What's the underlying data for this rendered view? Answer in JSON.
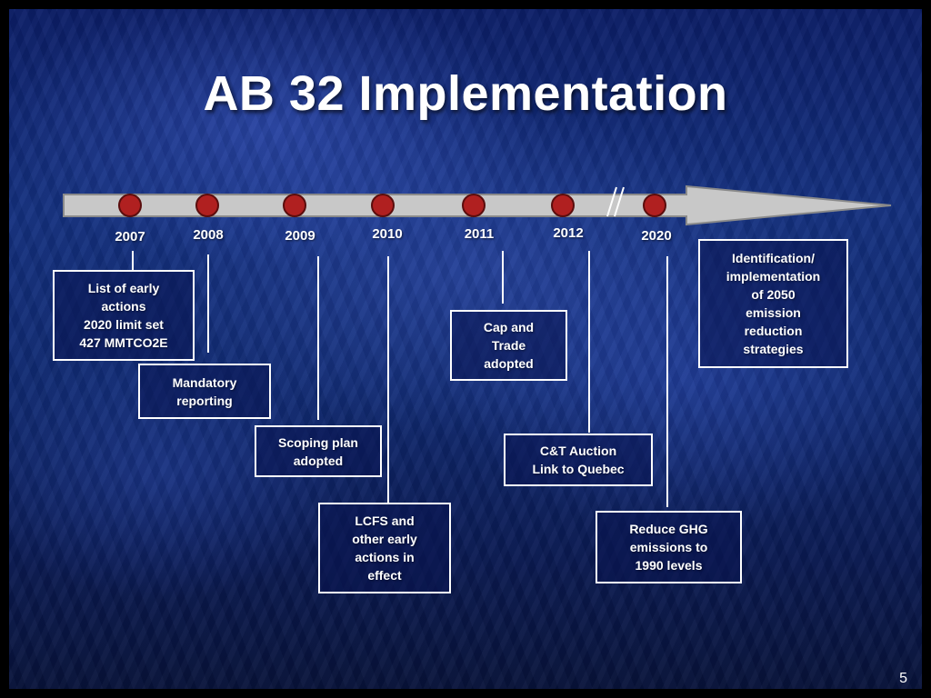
{
  "title": "AB 32 Implementation",
  "page_number": "5",
  "colors": {
    "arrow_fill": "#c8c8c8",
    "marker_fill": "#b02020",
    "box_border": "#ffffff",
    "text": "#ffffff"
  },
  "years": [
    "2007",
    "2008",
    "2009",
    "2010",
    "2011",
    "2012",
    "2020"
  ],
  "boxes": [
    {
      "year": "2007",
      "lines": [
        "List of early",
        "actions",
        "2020 limit set",
        "427 MMTCO2E"
      ]
    },
    {
      "year": "2008",
      "lines": [
        "Mandatory",
        "reporting"
      ]
    },
    {
      "year": "2009",
      "lines": [
        "Scoping plan",
        "adopted"
      ]
    },
    {
      "year": "2010",
      "lines": [
        "LCFS and",
        "other early",
        "actions in",
        "effect"
      ]
    },
    {
      "year": "2011",
      "lines": [
        "Cap and",
        "Trade",
        "adopted"
      ]
    },
    {
      "year": "2012",
      "lines": [
        "C&T Auction",
        "Link to Quebec"
      ]
    },
    {
      "year": "2020",
      "lines": [
        "Reduce GHG",
        "emissions to",
        "1990 levels"
      ]
    },
    {
      "year": "2020",
      "lines": [
        "Identification/",
        "implementation",
        "of 2050",
        "emission",
        "reduction",
        "strategies"
      ]
    }
  ]
}
